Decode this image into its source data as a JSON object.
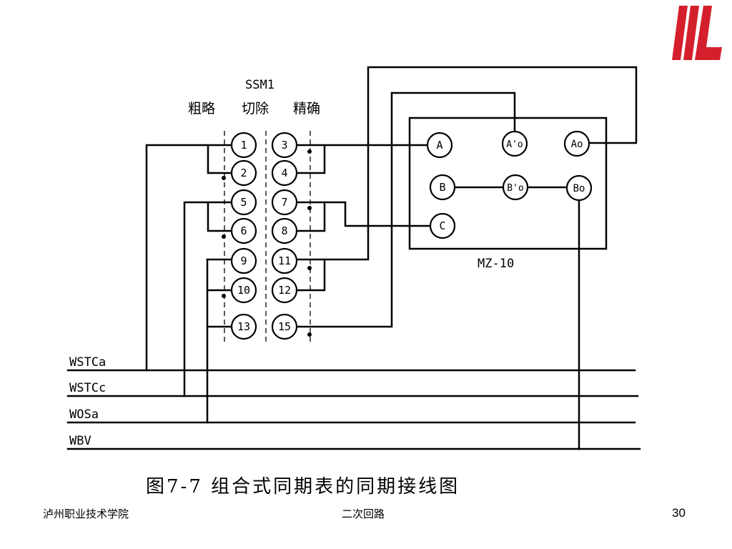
{
  "logo": {
    "name": "institution-logo-icon",
    "color": "#d4202c"
  },
  "diagram": {
    "switch_title": "SSM1",
    "position_labels": [
      "粗略",
      "切除",
      "精确"
    ],
    "left_terminals": [
      "1",
      "2",
      "5",
      "6",
      "9",
      "10",
      "13"
    ],
    "right_terminals": [
      "3",
      "4",
      "7",
      "8",
      "11",
      "12",
      "15"
    ],
    "meter_name": "MZ-10",
    "meter_terminals": [
      "A",
      "A'o",
      "Ao",
      "B",
      "B'o",
      "Bo",
      "C"
    ],
    "bus_lines": [
      "WSTCa",
      "WSTCc",
      "WOSa",
      "WBV"
    ]
  },
  "caption": "图7-7  组合式同期表的同期接线图",
  "footer": {
    "school": "泸州职业技术学院",
    "course": "二次回路",
    "page_number": "30"
  }
}
